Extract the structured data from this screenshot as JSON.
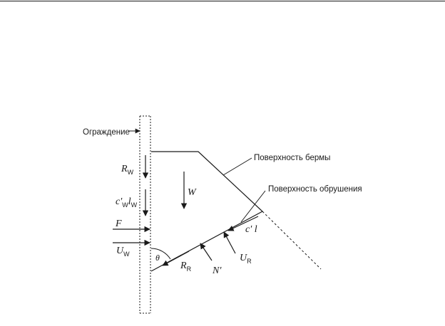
{
  "labels": {
    "wall": "Ограждение",
    "berm_surface": "Поверхность бермы",
    "failure_surface": "Поверхность обрушения"
  },
  "symbols": {
    "rw": {
      "main": "R",
      "sub": "W"
    },
    "cw": {
      "main": "c′",
      "sub1": "W",
      "mid": "l",
      "sub2": "W"
    },
    "f": {
      "main": "F"
    },
    "uw": {
      "main": "U",
      "sub": "W"
    },
    "w": {
      "main": "W"
    },
    "theta": {
      "main": "θ"
    },
    "rr": {
      "main": "R",
      "sub": "R"
    },
    "n": {
      "main": "N′"
    },
    "ur": {
      "main": "U",
      "sub": "R"
    },
    "cl": {
      "main": "c′ l"
    }
  }
}
